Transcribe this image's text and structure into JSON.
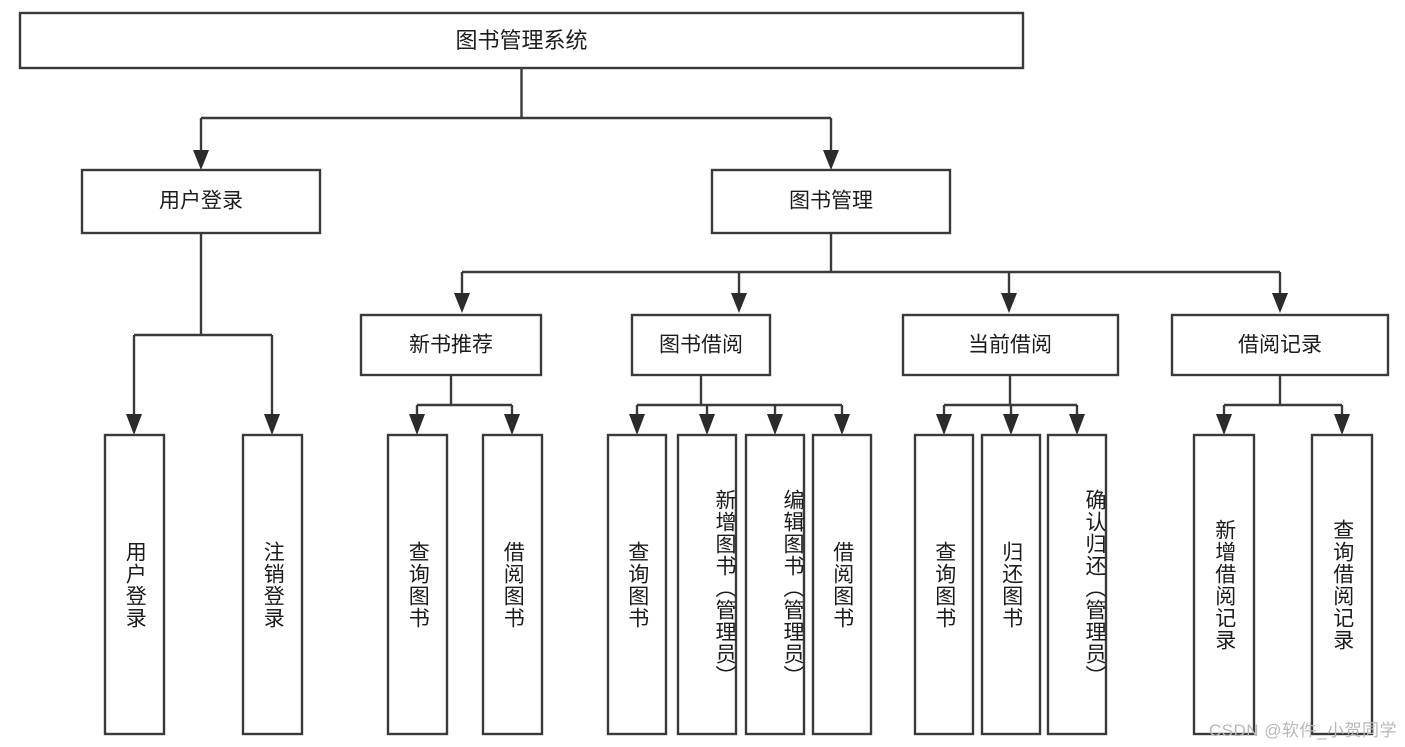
{
  "diagram": {
    "title": "图书管理系统",
    "type": "tree",
    "watermark": "CSDN @软件_小贺同学",
    "colors": {
      "box_stroke": "#3a3a3a",
      "box_fill": "#ffffff",
      "text": "#1c1c1c",
      "connector": "#3a3a3a",
      "watermark": "#b8b8b8",
      "background": "#ffffff"
    },
    "levels": {
      "root": {
        "label": "图书管理系统"
      },
      "level1": [
        {
          "label": "用户登录"
        },
        {
          "label": "图书管理"
        }
      ],
      "level2": [
        {
          "label": "新书推荐"
        },
        {
          "label": "图书借阅"
        },
        {
          "label": "当前借阅"
        },
        {
          "label": "借阅记录"
        }
      ],
      "leaves": {
        "user_login": [
          {
            "label": "用户登录"
          },
          {
            "label": "注销登录"
          }
        ],
        "new_book_recommend": [
          {
            "label": "查询图书"
          },
          {
            "label": "借阅图书"
          }
        ],
        "book_borrow": [
          {
            "label": "查询图书"
          },
          {
            "label": "新增图书（管理员）"
          },
          {
            "label": "编辑图书（管理员）"
          },
          {
            "label": "借阅图书"
          }
        ],
        "current_borrow": [
          {
            "label": "查询图书"
          },
          {
            "label": "归还图书"
          },
          {
            "label": "确认归还（管理员）"
          }
        ],
        "borrow_record": [
          {
            "label": "新增借阅记录"
          },
          {
            "label": "查询借阅记录"
          }
        ]
      }
    }
  }
}
